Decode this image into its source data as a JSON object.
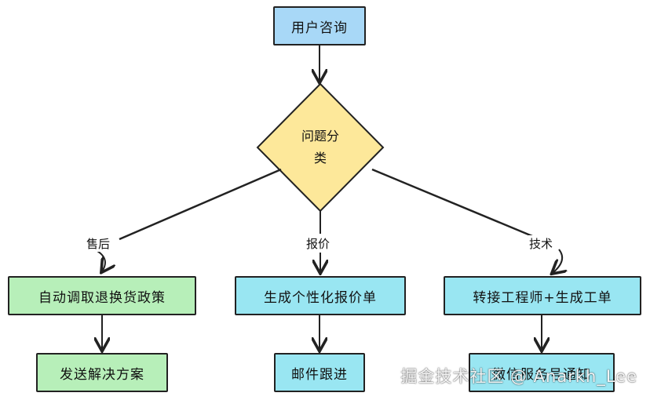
{
  "diagram": {
    "start": "用户咨询",
    "decision": {
      "line1": "问题分",
      "line2": "类"
    },
    "branches": [
      {
        "label": "售后",
        "step": "自动调取退换货政策",
        "end": "发送解决方案"
      },
      {
        "label": "报价",
        "step": "生成个性化报价单",
        "end": "邮件跟进"
      },
      {
        "label": "技术",
        "step": "转接工程师+生成工单",
        "end": "微信服务号通知"
      }
    ]
  },
  "colors": {
    "start": "#a8d8f7",
    "decision": "#fde89a",
    "aftersales": "#b7efb9",
    "quote": "#99e6f2",
    "tech": "#99e6f2",
    "stroke": "#222222"
  },
  "watermark": "掘金技术社区 @ Anarkh_Lee"
}
